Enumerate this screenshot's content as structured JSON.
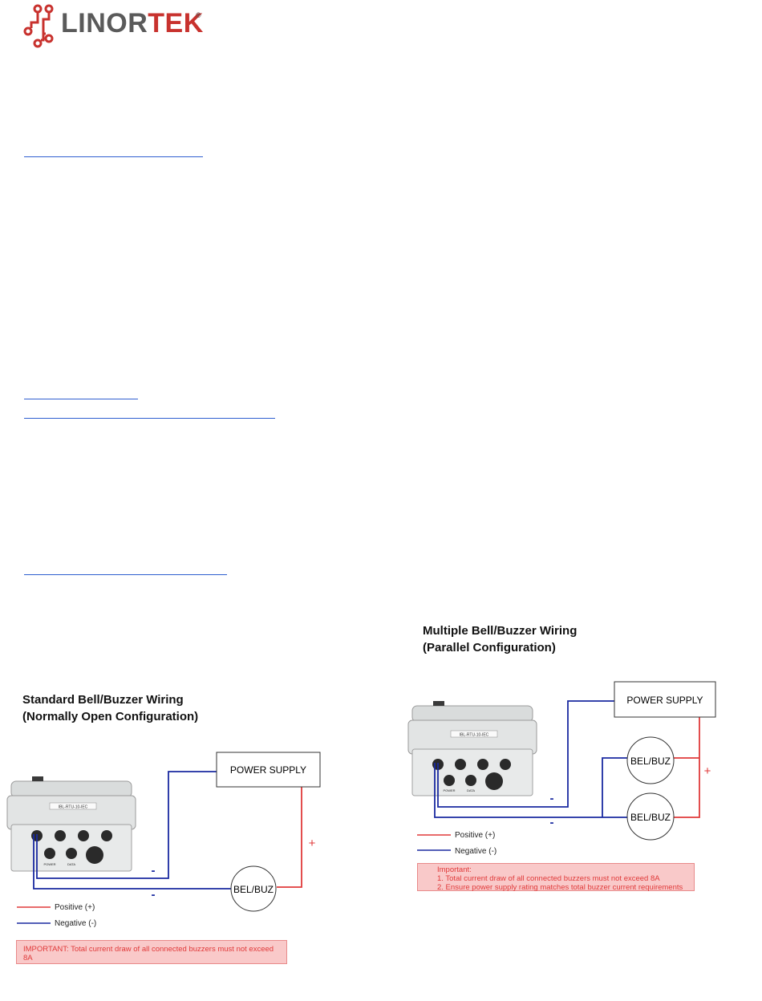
{
  "brand": {
    "name_part1": "LINOR",
    "name_part2": "TEK",
    "registered": "®",
    "colors": {
      "gray": "#5a5a5a",
      "red": "#c8322e"
    }
  },
  "links": [
    {
      "id": "link-1"
    },
    {
      "id": "link-2"
    },
    {
      "id": "link-3"
    },
    {
      "id": "link-4"
    }
  ],
  "diagram_standard": {
    "title_line1": "Standard Bell/Buzzer Wiring",
    "title_line2": "(Normally Open Configuration)",
    "power_supply": "POWER SUPPLY",
    "bell": "BEL/BUZ",
    "plus": "+",
    "minus1": "-",
    "minus2": "-",
    "device_label": "IBL-RTU-10-IEC",
    "port_power": "POWER",
    "port_data": "DATA",
    "legend_positive": "Positive (+)",
    "legend_negative": "Negative (-)",
    "important": "IMPORTANT: Total current draw of all connected buzzers must not exceed 8A"
  },
  "diagram_parallel": {
    "title_line1": "Multiple Bell/Buzzer Wiring",
    "title_line2": "(Parallel Configuration)",
    "power_supply": "POWER SUPPLY",
    "bell_1": "BEL/BUZ",
    "bell_2": "BEL/BUZ",
    "plus": "+",
    "minus1": "-",
    "minus2": "-",
    "device_label": "IBL-RTU-10-IEC",
    "port_power": "POWER",
    "port_data": "DATA",
    "legend_positive": "Positive (+)",
    "legend_negative": "Negative (-)",
    "important_title": "Important:",
    "important_1": "1. Total current draw of all connected buzzers must not exceed 8A",
    "important_2": "2. Ensure power supply rating matches total buzzer current requirements"
  },
  "colors": {
    "positive": "#e03a3a",
    "negative": "#1a2aa0",
    "link": "#2f5fd0"
  }
}
